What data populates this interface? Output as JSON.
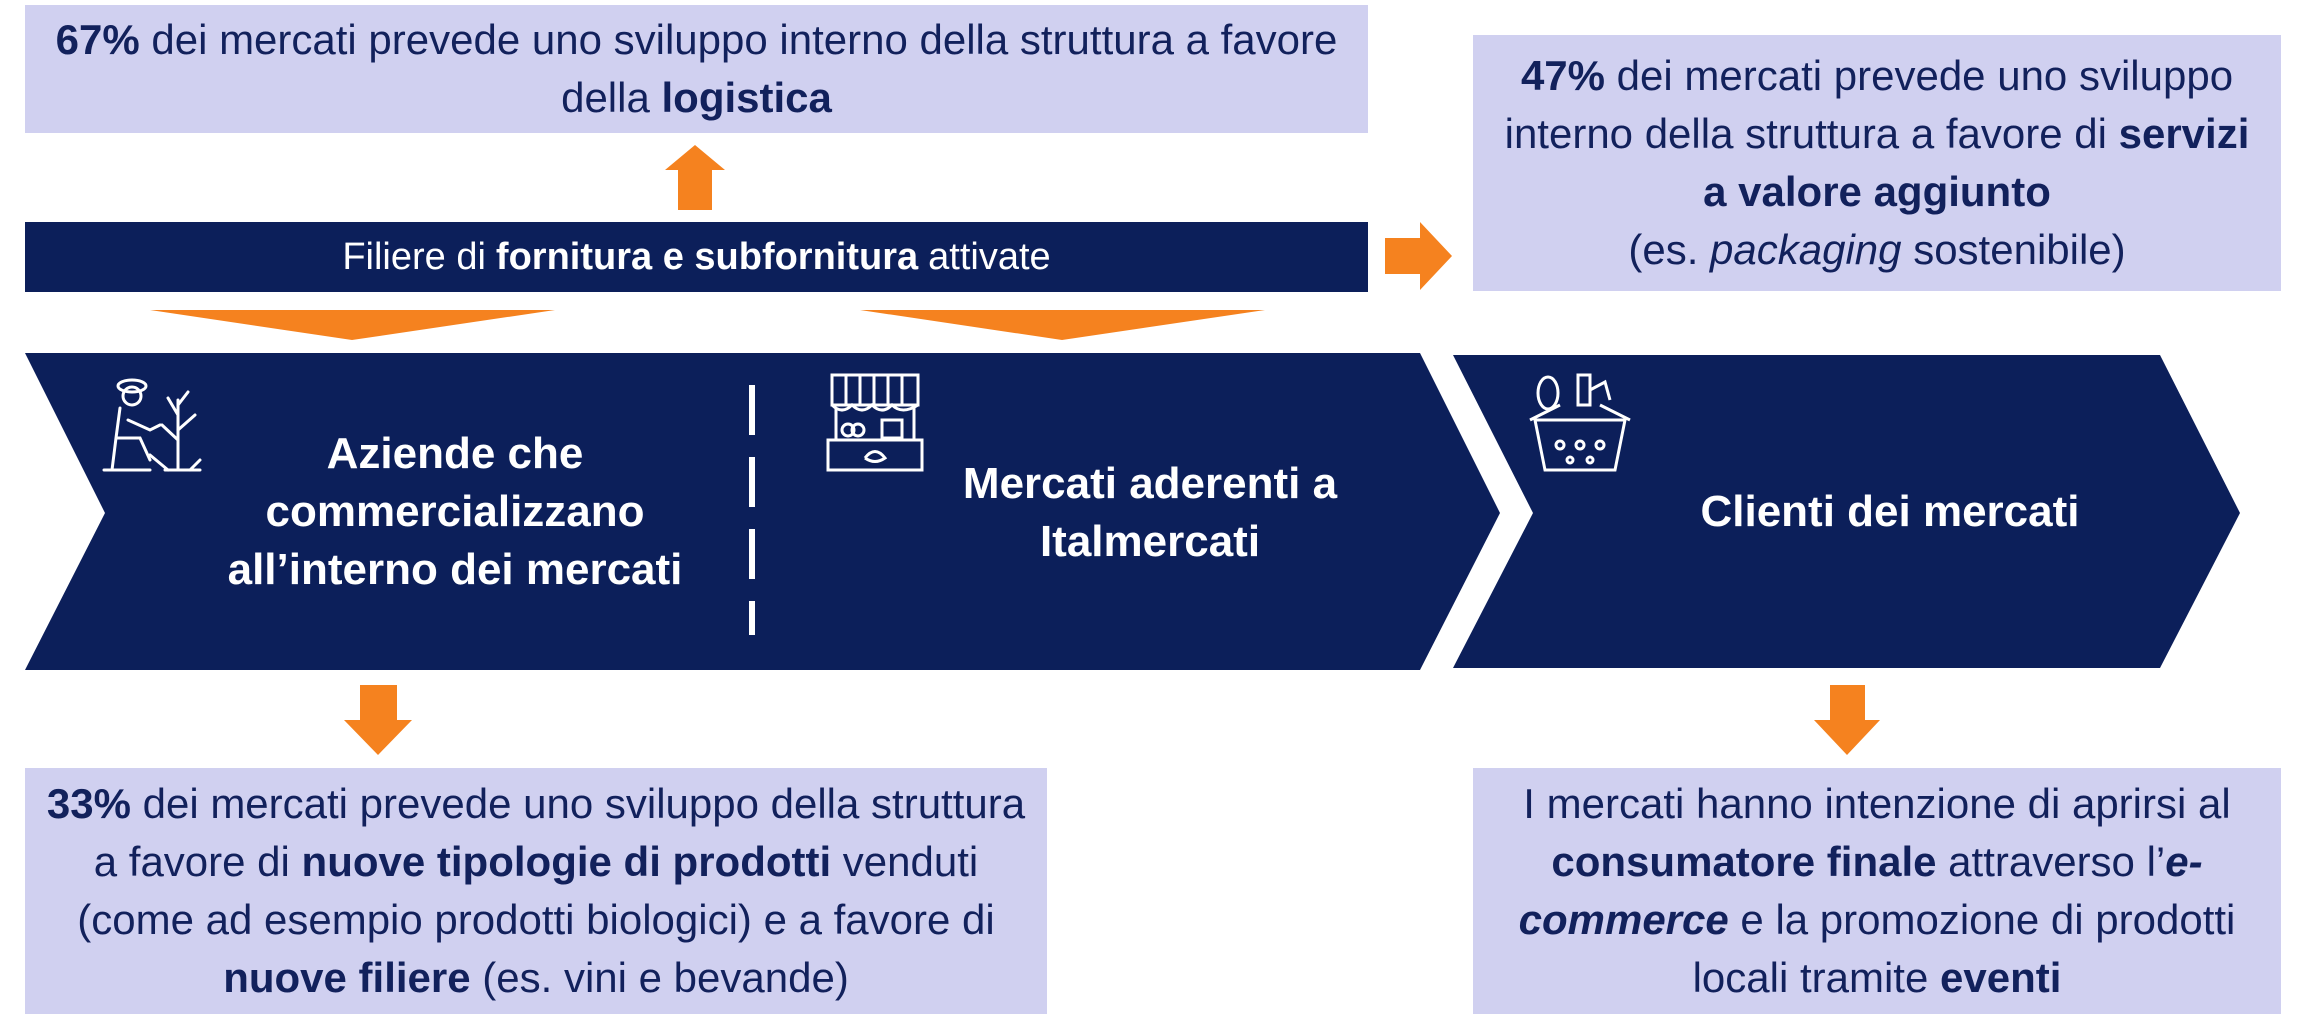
{
  "top_box": {
    "pct": "67%",
    "text1": " dei mercati prevede uno sviluppo interno della struttura a favore della ",
    "bold": "logistica"
  },
  "right_box": {
    "pct": "47%",
    "text1": " dei mercati prevede uno sviluppo interno della struttura a favore di ",
    "bold": "servizi a valore aggiunto",
    "text2": "(es. ",
    "italic": "packaging",
    "text3": " sostenibile)"
  },
  "filiere_bar": {
    "pre": "Filiere di",
    "bold": "fornitura e subfornitura",
    "post": "attivate"
  },
  "chevrons": {
    "aziende": "Aziende che commercializzano all’interno dei mercati",
    "mercati": "Mercati aderenti a Italmercati",
    "clienti": "Clienti dei mercati"
  },
  "bottom_left_box": {
    "pct": "33%",
    "text1": " dei mercati prevede uno sviluppo della struttura a favore di ",
    "bold1": "nuove tipologie di prodotti",
    "text2": " venduti (come ad esempio prodotti biologici) e a favore di ",
    "bold2": "nuove filiere",
    "text3": " (es. vini e bevande)"
  },
  "bottom_right_box": {
    "text1": "I mercati hanno intenzione di aprirsi al ",
    "bold1": "consumatore finale",
    "text2": " attraverso l’",
    "bolditalic": "e-commerce",
    "text3": " e la promozione di prodotti locali tramite ",
    "bold2": "eventi"
  },
  "colors": {
    "navy": "#0c1f5a",
    "light_box": "#d0d0f0",
    "orange": "#f5821f",
    "text_dark": "#12215c"
  },
  "icons": [
    "farmer-icon",
    "market-stall-icon",
    "basket-icon"
  ]
}
